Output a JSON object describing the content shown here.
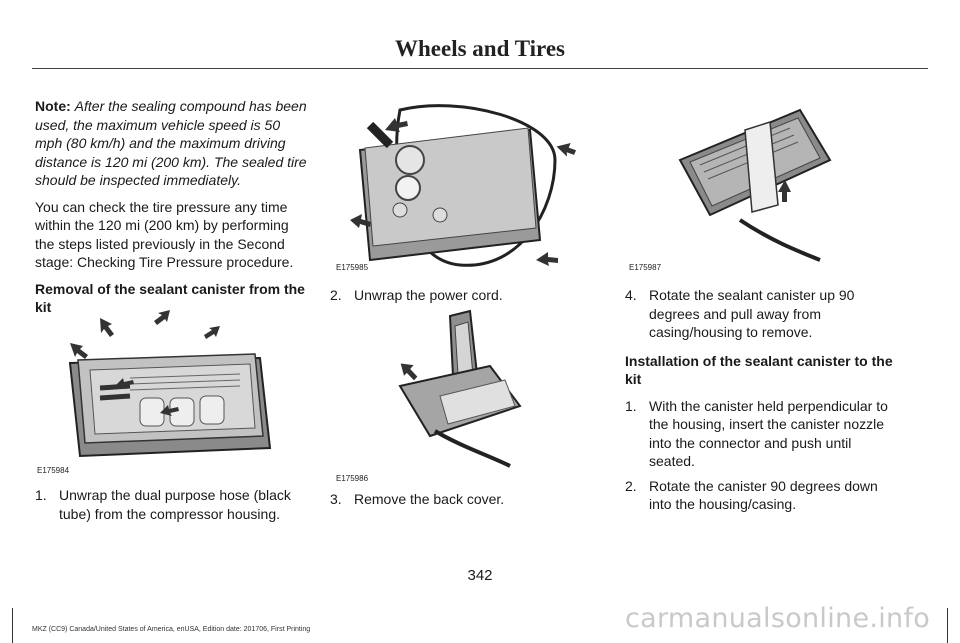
{
  "header": {
    "title": "Wheels and Tires"
  },
  "left": {
    "note_label": "Note:",
    "note_text": "After the sealing compound has been used, the maximum vehicle speed is 50 mph (80 km/h) and the maximum driving distance is 120 mi (200 km). The sealed tire should be inspected immediately.",
    "para": "You can check the tire pressure any time within the 120 mi (200 km) by performing the steps listed previously in the Second stage: Checking Tire Pressure procedure.",
    "heading": "Removal of the sealant canister from the kit",
    "figure_id": "E175984",
    "step1_num": "1.",
    "step1_text": "Unwrap the dual purpose hose (black tube) from the compressor housing."
  },
  "middle": {
    "figure1_id": "E175985",
    "step2_num": "2.",
    "step2_text": "Unwrap the power cord.",
    "figure2_id": "E175986",
    "step3_num": "3.",
    "step3_text": "Remove the back cover."
  },
  "right": {
    "figure_id": "E175987",
    "step4_num": "4.",
    "step4_text": "Rotate the sealant canister up 90 degrees and pull away from casing/housing to remove.",
    "heading": "Installation of the sealant canister to the kit",
    "step1_num": "1.",
    "step1_text": "With the canister held perpendicular to the housing, insert the canister nozzle into the connector and push until seated.",
    "step2_num": "2.",
    "step2_text": "Rotate the canister 90 degrees down into the housing/casing."
  },
  "page_number": "342",
  "footer": "MKZ (CC9) Canada/United States of America, enUSA, Edition date: 201706, First Printing",
  "watermark": "carmanualsonline.info"
}
